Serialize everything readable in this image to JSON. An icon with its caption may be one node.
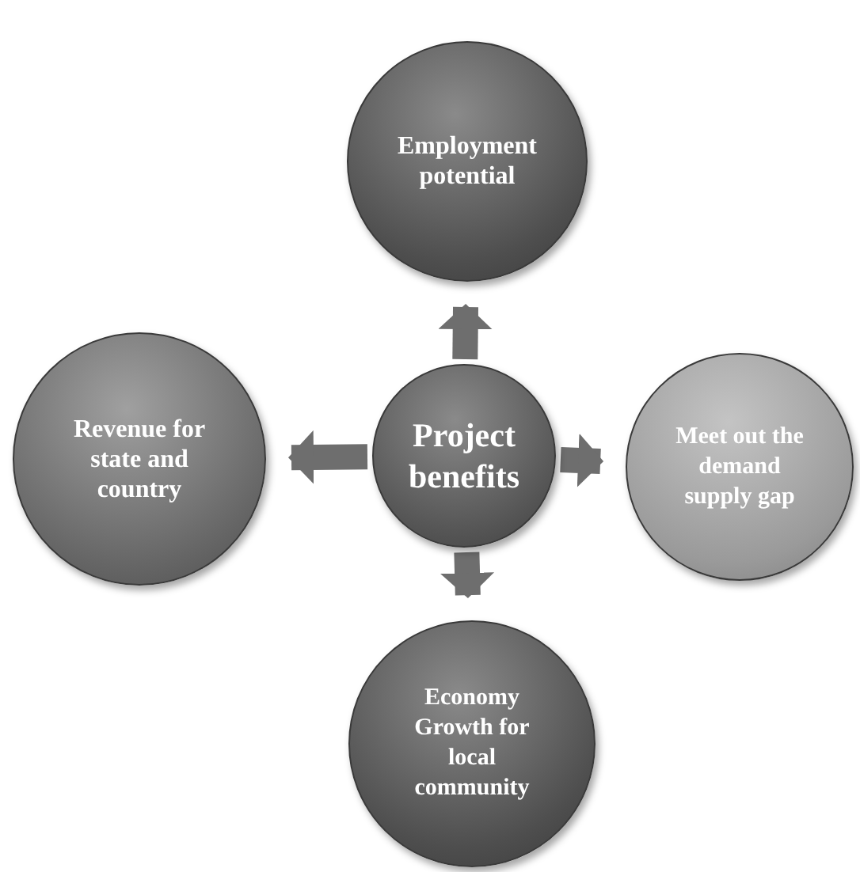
{
  "diagram": {
    "nodes": [
      {
        "text": [
          "Employment potential"
        ]
      },
      {
        "text": [
          "Revenue for state and country"
        ]
      },
      {
        "text": [
          "Project benefits"
        ]
      },
      {
        "text": [
          "Meet out the demand supply gap"
        ]
      },
      {
        "text": [
          "Economy Growth for local community"
        ]
      }
    ],
    "edges": [
      {
        "from": 2,
        "to": 0,
        "arrow": "to"
      },
      {
        "from": 2,
        "to": 1,
        "arrow": "to"
      },
      {
        "from": 2,
        "to": 3,
        "arrow": "to"
      },
      {
        "from": 2,
        "to": 4,
        "arrow": "to"
      }
    ]
  }
}
